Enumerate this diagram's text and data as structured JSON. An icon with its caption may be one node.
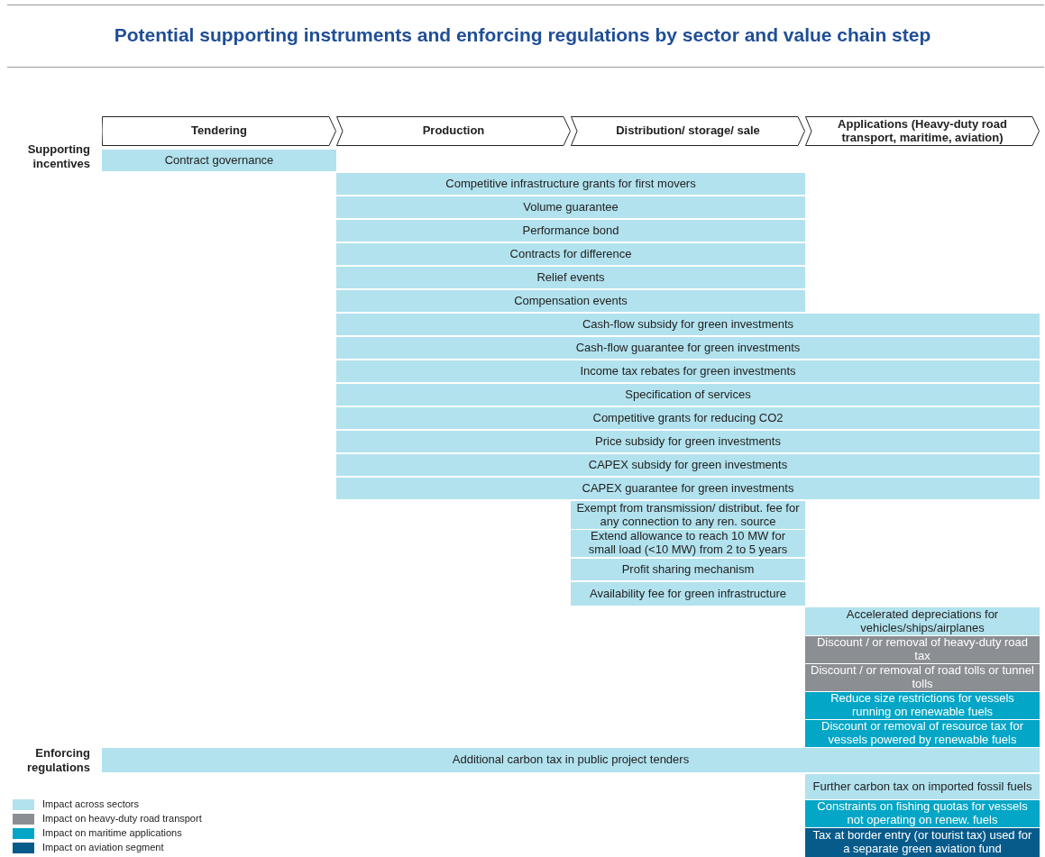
{
  "diagram": {
    "title": "Potential supporting instruments and enforcing regulations by sector and value chain step",
    "nodes": [
      {
        "text": [
          "Tendering"
        ]
      },
      {
        "text": [
          "Production"
        ]
      },
      {
        "text": [
          "Distribution/ storage/ sale"
        ]
      },
      {
        "text": [
          "Applications (Heavy-duty road transport, maritime, aviation)"
        ]
      },
      {
        "text": [
          "Contract governance"
        ]
      },
      {
        "text": [
          "Competitive infrastructure grants for first movers"
        ]
      },
      {
        "text": [
          "Volume guarantee"
        ]
      },
      {
        "text": [
          "Performance bond"
        ]
      },
      {
        "text": [
          "Contracts for difference"
        ]
      },
      {
        "text": [
          "Relief events"
        ]
      },
      {
        "text": [
          "Compensation events"
        ]
      },
      {
        "text": [
          "Cash-flow subsidy for green investments"
        ]
      },
      {
        "text": [
          "Cash-flow guarantee for green investments"
        ]
      },
      {
        "text": [
          "Income tax rebates for green investments"
        ]
      },
      {
        "text": [
          "Specification of services"
        ]
      },
      {
        "text": [
          "Competitive grants for reducing CO2"
        ]
      },
      {
        "text": [
          "Price subsidy for green investments"
        ]
      },
      {
        "text": [
          "CAPEX subsidy for green investments"
        ]
      },
      {
        "text": [
          "CAPEX guarantee for green investments"
        ]
      },
      {
        "text": [
          "Exempt from transmission/ distribut. fee for any connection to any ren. source"
        ]
      },
      {
        "text": [
          "Extend allowance to reach 10 MW for small load (<10 MW) from 2 to 5 years"
        ]
      },
      {
        "text": [
          "Profit sharing mechanism"
        ]
      },
      {
        "text": [
          "Availability fee for green infrastructure"
        ]
      },
      {
        "text": [
          "Accelerated depreciations for vehicles/ships/airplanes"
        ]
      },
      {
        "text": [
          "Discount / or removal of heavy-duty road tax"
        ]
      },
      {
        "text": [
          "Discount / or removal of road tolls or tunnel tolls"
        ]
      },
      {
        "text": [
          "Reduce size restrictions for vessels running on renewable fuels"
        ]
      },
      {
        "text": [
          "Discount or removal of resource tax for vessels powered by renewable fuels"
        ]
      },
      {
        "text": [
          "Additional carbon tax in public project tenders"
        ]
      },
      {
        "text": [
          "Further carbon tax on imported fossil fuels"
        ]
      },
      {
        "text": [
          "Constraints on fishing quotas for vessels not operating on renew. fuels"
        ]
      },
      {
        "text": [
          "Tax at border entry (or tourist tax) used for a separate green aviation fund"
        ]
      }
    ],
    "edges": [],
    "labels": [
      "Supporting incentives",
      "Enforcing regulations"
    ],
    "legend": [
      {
        "text": "Impact across sectors",
        "color": "#b2e2ee"
      },
      {
        "text": "Impact on heavy-duty road transport",
        "color": "#8b8e92"
      },
      {
        "text": "Impact on maritime applications",
        "color": "#03a6c6"
      },
      {
        "text": "Impact on aviation segment",
        "color": "#065b8b"
      }
    ]
  }
}
